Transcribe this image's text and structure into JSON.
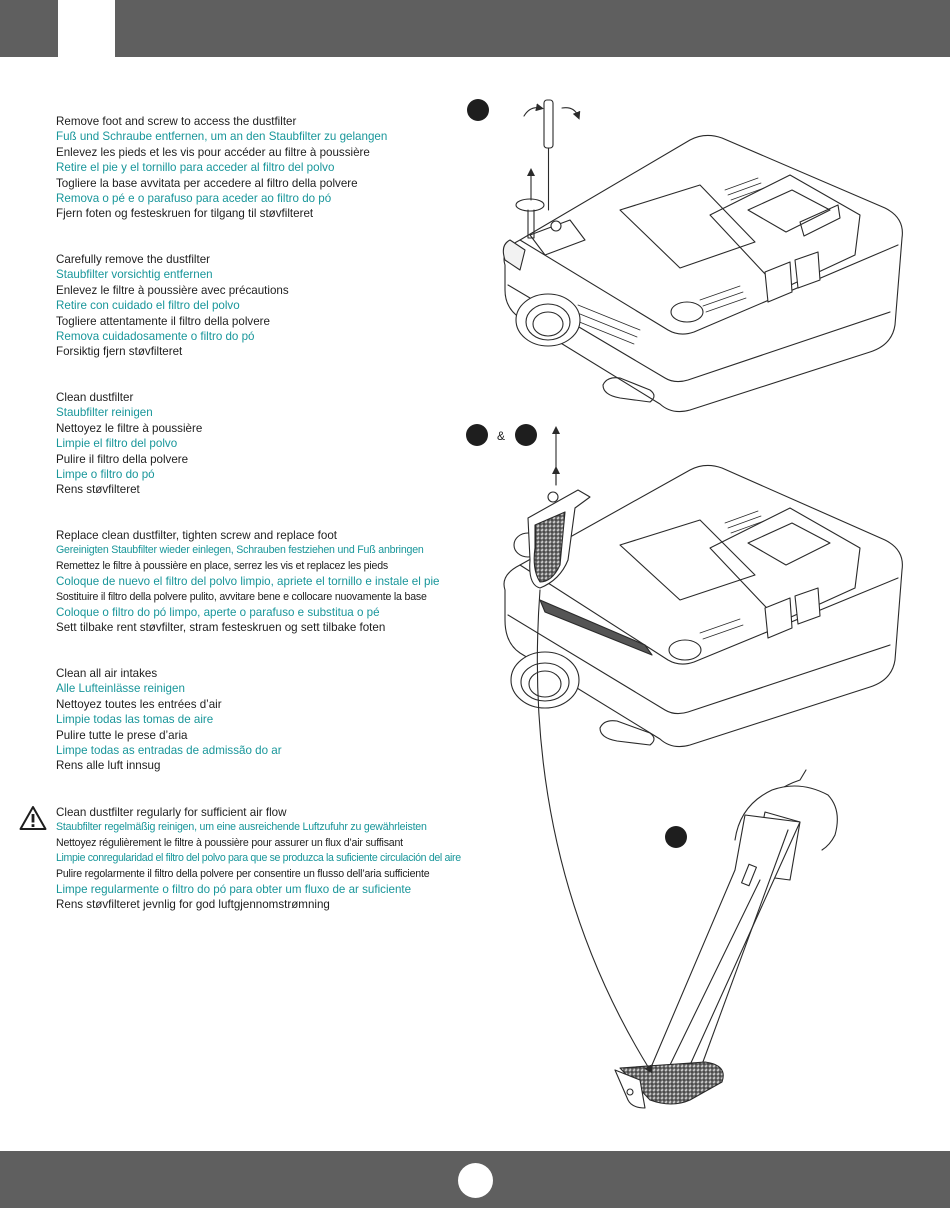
{
  "icons": {
    "warning": "warning-triangle-icon",
    "step_marker": "filled-circle",
    "page_number": "white-circle"
  },
  "colors": {
    "header": "#5f5f5f",
    "text": "#1e1e1e",
    "accent": "#18969a"
  },
  "steps": [
    {
      "en": "Remove foot and screw to access the dustfilter",
      "de": "Fuß und Schraube entfernen, um an den Staubfilter zu gelangen",
      "fr": "Enlevez les pieds et les vis pour accéder au filtre à poussière",
      "es": "Retire el pie y el tornillo para acceder al filtro del polvo",
      "it": "Togliere la base avvitata per accedere al filtro della polvere",
      "pt": "Remova o pé e o parafuso para aceder ao filtro do pó",
      "no": "Fjern foten og festeskruen for tilgang til støvfilteret"
    },
    {
      "en": "Carefully remove the dustfilter",
      "de": "Staubfilter vorsichtig entfernen",
      "fr": "Enlevez le filtre à poussière avec précautions",
      "es": "Retire con cuidado el filtro del polvo",
      "it": "Togliere attentamente il filtro della polvere",
      "pt": "Remova cuidadosamente o filtro do pó",
      "no": "Forsiktig fjern støvfilteret"
    },
    {
      "en": "Clean dustfilter",
      "de": "Staubfilter reinigen",
      "fr": "Nettoyez le filtre à poussière",
      "es": "Limpie el filtro del polvo",
      "it": "Pulire il filtro della polvere",
      "pt": "Limpe o filtro do pó",
      "no": "Rens støvfilteret"
    },
    {
      "en": "Replace clean dustfilter, tighten screw and replace foot",
      "de": "Gereinigten Staubfilter wieder einlegen, Schrauben festziehen und Fuß anbringen",
      "fr": "Remettez le filtre à poussière en place, serrez les vis et replacez les pieds",
      "es": "Coloque de nuevo el filtro del polvo limpio, apriete el tornillo e instale el pie",
      "it": "Sostituire il filtro della polvere pulito, avvitare bene e collocare nuovamente la base",
      "pt": "Coloque o filtro do pó limpo, aperte o parafuso e substitua o pé",
      "no": "Sett tilbake rent støvfilter, stram festeskruen og sett tilbake foten"
    },
    {
      "en": "Clean all air intakes",
      "de": "Alle Lufteinlässe reinigen",
      "fr": "Nettoyez toutes les entrées d’air",
      "es": "Limpie todas las tomas de aire",
      "it": "Pulire tutte le prese d’aria",
      "pt": "Limpe todas as entradas de admissão do ar",
      "no": "Rens alle luft innsug"
    }
  ],
  "warning": {
    "en": "Clean dustfilter regularly for sufficient air flow",
    "de": "Staubfilter regelmäßig reinigen, um eine ausreichende Luftzufuhr zu gewährleisten",
    "fr": "Nettoyez régulièrement le filtre à poussière pour assurer un flux d’air suffisant",
    "es": "Limpie conregularidad el filtro del polvo para que se produzca la suficiente circulación del aire",
    "it": "Pulire regolarmente il filtro della polvere per consentire un flusso dell’aria sufficiente",
    "pt": "Limpe regularmente o filtro do pó para obter um fluxo de ar suficiente",
    "no": "Rens støvfilteret jevnlig for god luftgjennomstrømning"
  },
  "illustration": {
    "ampersand": "&"
  }
}
